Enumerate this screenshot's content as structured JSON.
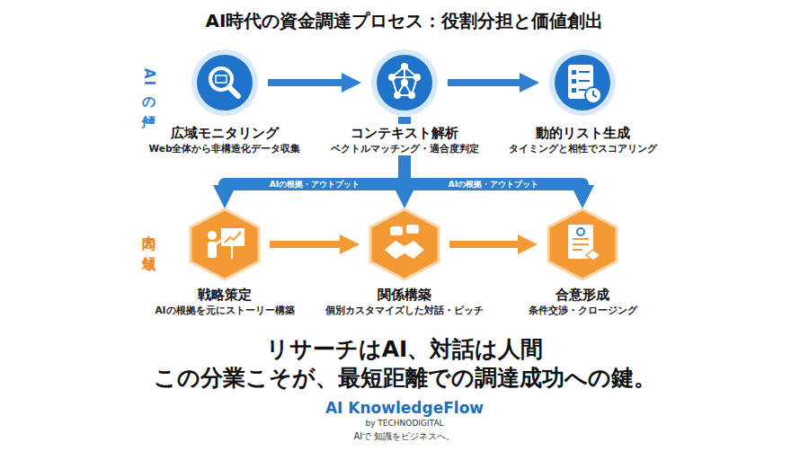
{
  "diagram": {
    "title": "AI時代の資金調達プロセス：役割分担と価値創出",
    "nodes": [
      {
        "text": [
          "広域モニタリング",
          "Web全体から非構造化データ収集"
        ]
      },
      {
        "text": [
          "コンテキスト解析",
          "ベクトルマッチング・適合度判定"
        ]
      },
      {
        "text": [
          "動的リスト生成",
          "タイミングと相性でスコアリング"
        ]
      },
      {
        "text": [
          "戦略策定",
          "AIの根拠を元にストーリー構築"
        ]
      },
      {
        "text": [
          "関係構築",
          "個別カスタマイズした対話・ピッチ"
        ]
      },
      {
        "text": [
          "合意形成",
          "条件交渉・クロージング"
        ]
      }
    ],
    "edges": [
      {
        "from": 0,
        "to": 1,
        "arrow": "to"
      },
      {
        "from": 1,
        "to": 2,
        "arrow": "to"
      },
      {
        "from": 1,
        "to": 3,
        "label": "AIの根拠・アウトプット",
        "arrow": "to"
      },
      {
        "from": 1,
        "to": 4,
        "arrow": "to"
      },
      {
        "from": 1,
        "to": 5,
        "label": "AIの根拠・アウトプット",
        "arrow": "to"
      },
      {
        "from": 3,
        "to": 4,
        "arrow": "to"
      },
      {
        "from": 4,
        "to": 5,
        "arrow": "to"
      }
    ],
    "labels": [
      "AIの領域",
      "人間の領域",
      "リサーチはAI、対話は人間",
      "この分業こそが、最短距離での調達成功への鍵。",
      "AI KnowledgeFlow",
      "by TECHNODIGITAL",
      "AIで 知識をビジネスへ。"
    ]
  }
}
